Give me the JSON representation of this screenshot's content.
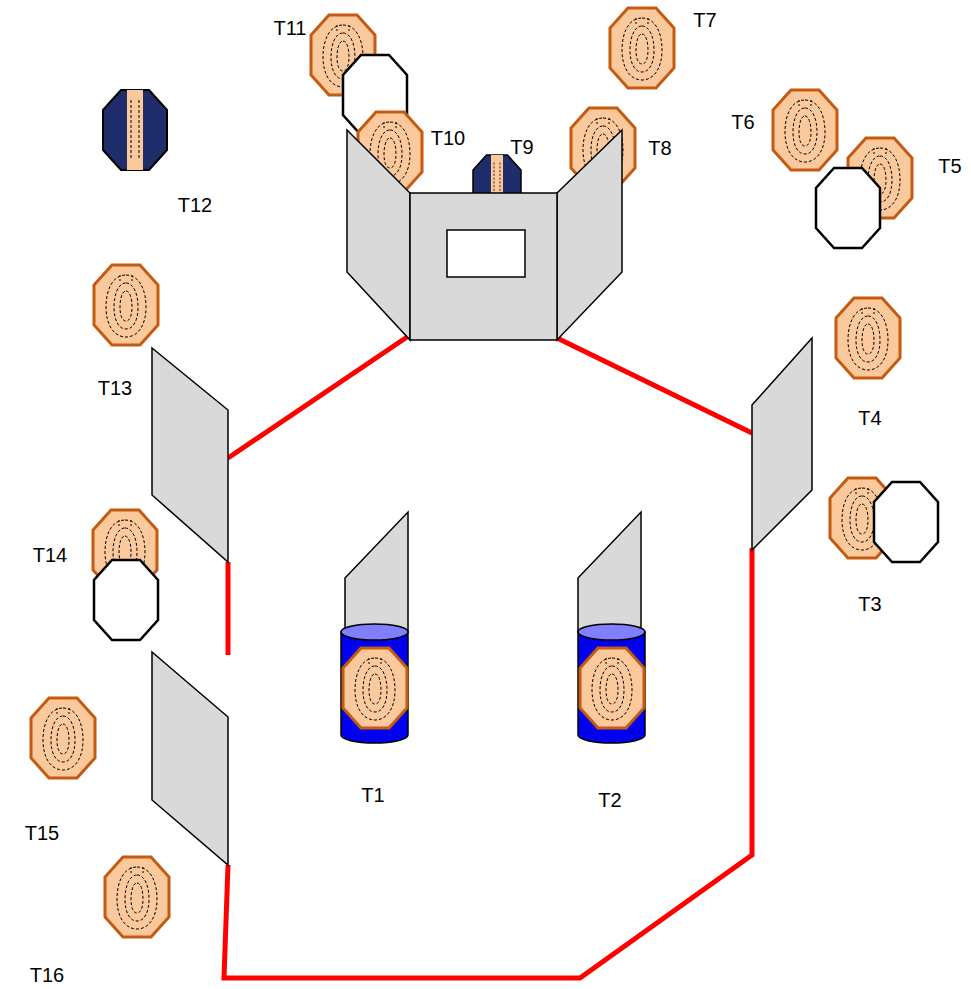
{
  "diagram": {
    "labels": [
      "T11",
      "T7",
      "T10",
      "T9",
      "T8",
      "T6",
      "T5",
      "T12",
      "T13",
      "T4",
      "T3",
      "T14",
      "T1",
      "T2",
      "T15",
      "T16"
    ]
  }
}
